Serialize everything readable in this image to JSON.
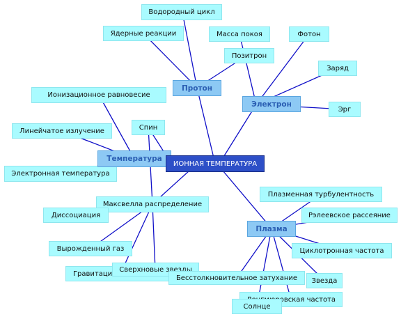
{
  "center": "ИОННАЯ ТЕМПЕРАТУРА",
  "hubs": {
    "proton": "Протон",
    "electron": "Электрон",
    "temperature": "Температура",
    "plasma": "Плазма"
  },
  "leaves": {
    "hydrogen_cycle": "Водородный цикл",
    "nuclear_reactions": "Ядерные реакции",
    "rest_mass": "Масса покоя",
    "photon": "Фотон",
    "positron": "Позитрон",
    "charge": "Заряд",
    "erg": "Эрг",
    "ionization_equilibrium": "Ионизационное равновесие",
    "spin": "Спин",
    "line_emission": "Линейчатое излучение",
    "electron_temperature": "Электронная температура",
    "maxwell_distribution": "Максвелла распределение",
    "dissociation": "Диссоциация",
    "degenerate_gas": "Вырожденный газ",
    "gravitational_collapse": "Гравитационный коллапс",
    "supernovae": "Сверхновые звезды",
    "plasma_turbulence": "Плазменная турбулентность",
    "rayleigh_scattering": "Рэлеевское рассеяние",
    "cyclotron_frequency": "Циклотронная частота",
    "collisionless_damping": "Бесстолкновительное затухание",
    "star": "Звезда",
    "langmuir_frequency": "Ленгмюровская частота",
    "sun": "Солнце"
  }
}
